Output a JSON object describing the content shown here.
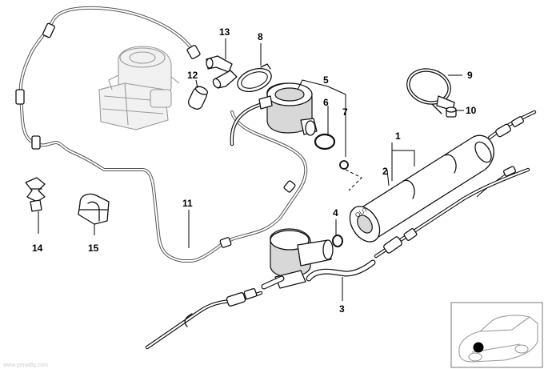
{
  "diagram": {
    "callouts": [
      {
        "id": "1",
        "label": "1"
      },
      {
        "id": "2",
        "label": "2"
      },
      {
        "id": "3",
        "label": "3"
      },
      {
        "id": "4",
        "label": "4"
      },
      {
        "id": "5",
        "label": "5"
      },
      {
        "id": "6",
        "label": "6"
      },
      {
        "id": "7",
        "label": "7"
      },
      {
        "id": "8",
        "label": "8"
      },
      {
        "id": "9",
        "label": "9"
      },
      {
        "id": "10",
        "label": "10"
      },
      {
        "id": "11",
        "label": "11"
      },
      {
        "id": "12",
        "label": "12"
      },
      {
        "id": "13",
        "label": "13"
      },
      {
        "id": "14",
        "label": "14"
      },
      {
        "id": "15",
        "label": "15"
      }
    ],
    "filter_marking": "OUT",
    "inset": {
      "highlight_color": "#000000"
    },
    "watermark": "www.pmwidg.com"
  }
}
